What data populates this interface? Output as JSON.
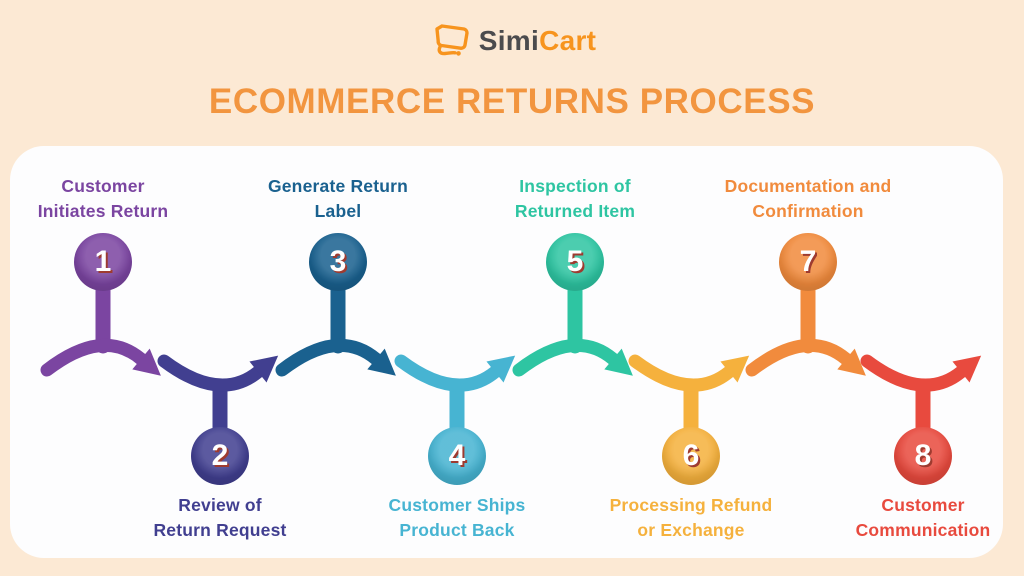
{
  "background_color": "#fce9d4",
  "card_color": "#fdfdfe",
  "brand": {
    "first": "Simi",
    "second": "Cart",
    "first_color": "#4b4b4d",
    "second_color": "#f7941e",
    "icon": "simicart-cart-monitor-icon",
    "icon_color": "#f7941e"
  },
  "title": {
    "text": "ECOMMERCE RETURNS PROCESS",
    "color": "#f2953f"
  },
  "number_style": {
    "fill_color": "#ffffff",
    "shadow_color": "#9e3b30"
  },
  "steps": [
    {
      "number": "1",
      "lines": [
        "Customer",
        "Initiates Return"
      ],
      "color": "#7b45a1",
      "position": "top"
    },
    {
      "number": "2",
      "lines": [
        "Review of",
        "Return Request"
      ],
      "color": "#413f90",
      "position": "bottom"
    },
    {
      "number": "3",
      "lines": [
        "Generate Return",
        "Label"
      ],
      "color": "#1a618f",
      "position": "top"
    },
    {
      "number": "4",
      "lines": [
        "Customer Ships",
        "Product Back"
      ],
      "color": "#47b4d2",
      "position": "bottom"
    },
    {
      "number": "5",
      "lines": [
        "Inspection of",
        "Returned Item"
      ],
      "color": "#2ec5a2",
      "position": "top"
    },
    {
      "number": "6",
      "lines": [
        "Processing Refund",
        "or Exchange"
      ],
      "color": "#f5b13d",
      "position": "bottom"
    },
    {
      "number": "7",
      "lines": [
        "Documentation and",
        "Confirmation"
      ],
      "color": "#f18b3d",
      "position": "top"
    },
    {
      "number": "8",
      "lines": [
        "Customer",
        "Communication"
      ],
      "color": "#e84a3e",
      "position": "bottom"
    }
  ]
}
